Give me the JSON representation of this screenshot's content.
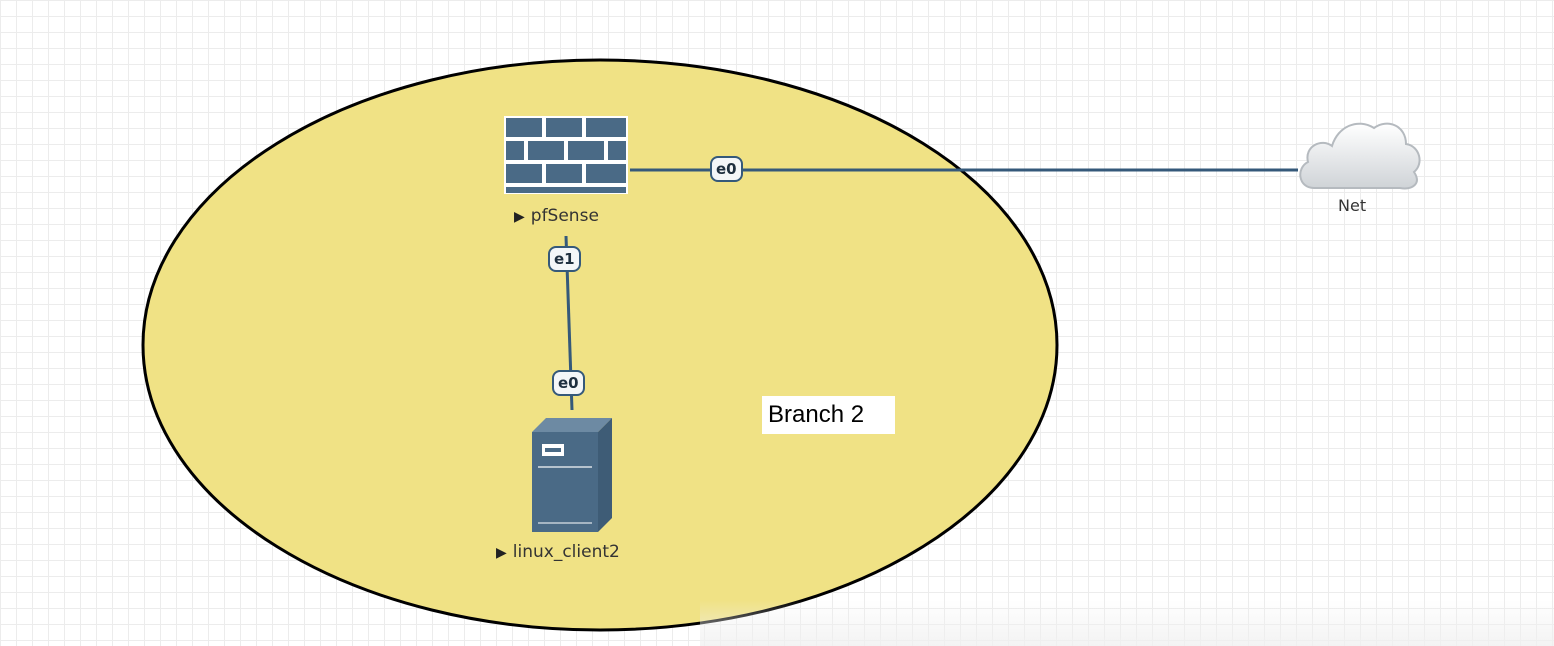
{
  "area": {
    "label": "Branch 2",
    "fill": "#f0e285",
    "stroke": "#000000"
  },
  "nodes": {
    "firewall": {
      "label": "pfSense",
      "icon": "firewall-icon",
      "color": "#4a6a86"
    },
    "client": {
      "label": "linux_client2",
      "icon": "server-icon",
      "color": "#4a6a86"
    },
    "cloud": {
      "label": "Net",
      "icon": "cloud-icon"
    }
  },
  "links": [
    {
      "from": "pfSense",
      "to": "Net",
      "interface": "e0"
    },
    {
      "from": "pfSense",
      "to": "linux_client2",
      "from_interface": "e1",
      "to_interface": "e0"
    }
  ],
  "interfaces": {
    "fw_e0": "e0",
    "fw_e1": "e1",
    "client_e0": "e0"
  },
  "run_icon": "play-icon",
  "link_color": "#35597a"
}
